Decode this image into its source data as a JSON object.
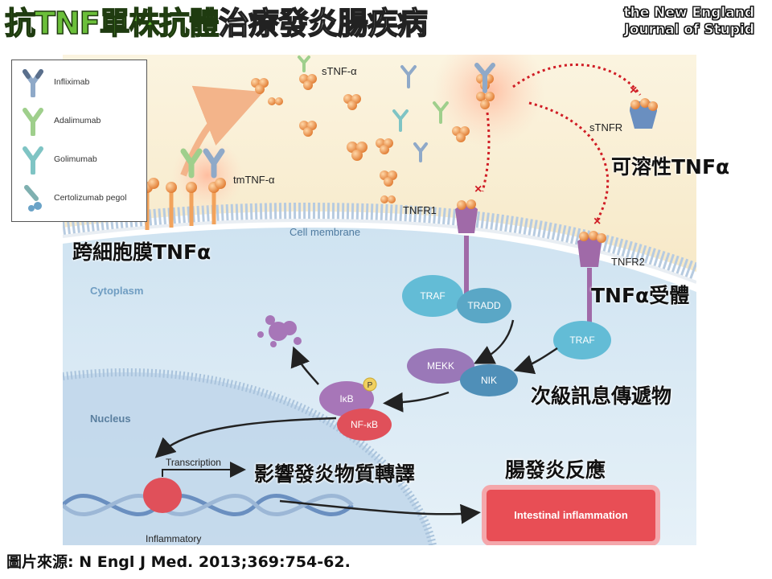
{
  "title": {
    "part_green": "抗TNF單株抗體",
    "part_white": "治療發炎腸疾病"
  },
  "journal_logo": {
    "line1": "the New England",
    "line2": "Journal of Stupid"
  },
  "legend": {
    "items": [
      {
        "label": "Infliximab",
        "icon": "infliximab-antibody-icon",
        "color": "#8fa9c8"
      },
      {
        "label": "Adalimumab",
        "icon": "adalimumab-antibody-icon",
        "color": "#9fcf8c"
      },
      {
        "label": "Golimumab",
        "icon": "golimumab-antibody-icon",
        "color": "#7fc4c4"
      },
      {
        "label": "Certolizumab pegol",
        "icon": "certolizumab-icon",
        "color": "#7fb0b0"
      }
    ]
  },
  "diagram_labels": {
    "stnf": "sTNF-α",
    "tmtnf": "tmTNF-α",
    "stnfr": "sTNFR",
    "tnfr1": "TNFR1",
    "tnfr2": "TNFR2",
    "cell_membrane": "Cell membrane",
    "cytoplasm": "Cytoplasm",
    "nucleus": "Nucleus",
    "traf1": "TRAF",
    "tradd": "TRADD",
    "traf2": "TRAF",
    "mekk": "MEKK",
    "nik": "NIK",
    "ikb": "IκB",
    "p": "P",
    "nfkb": "NF-κB",
    "transcription": "Transcription",
    "inflammatory": "Inflammatory",
    "intestinal": "Intestinal inflammation"
  },
  "annotations": {
    "soluble_tnf": "可溶性TNFα",
    "transmembrane_tnf": "跨細胞膜TNFα",
    "tnf_receptor": "TNFα受體",
    "second_messenger": "次級訊息傳遞物",
    "transcription_effect": "影響發炎物質轉譯",
    "inflammation_response": "腸發炎反應"
  },
  "citation": "圖片來源: N Engl J Med. 2013;369:754-62.",
  "colors": {
    "title_green": "#6bbf3a",
    "cytoplasm": "#dfeef8",
    "extracellular": "#fbf3dc",
    "membrane_head": "#c9d9e8",
    "tnf_orange": "#f0a05a",
    "receptor_purple": "#a06aa8",
    "traf_teal": "#63bcd6",
    "mekk_purple": "#9a78b8",
    "nik_blue": "#4f8fb8",
    "nfkb_red": "#e0505a",
    "inflammation_red": "#e84e55",
    "inhibit_red": "#d01d25"
  }
}
